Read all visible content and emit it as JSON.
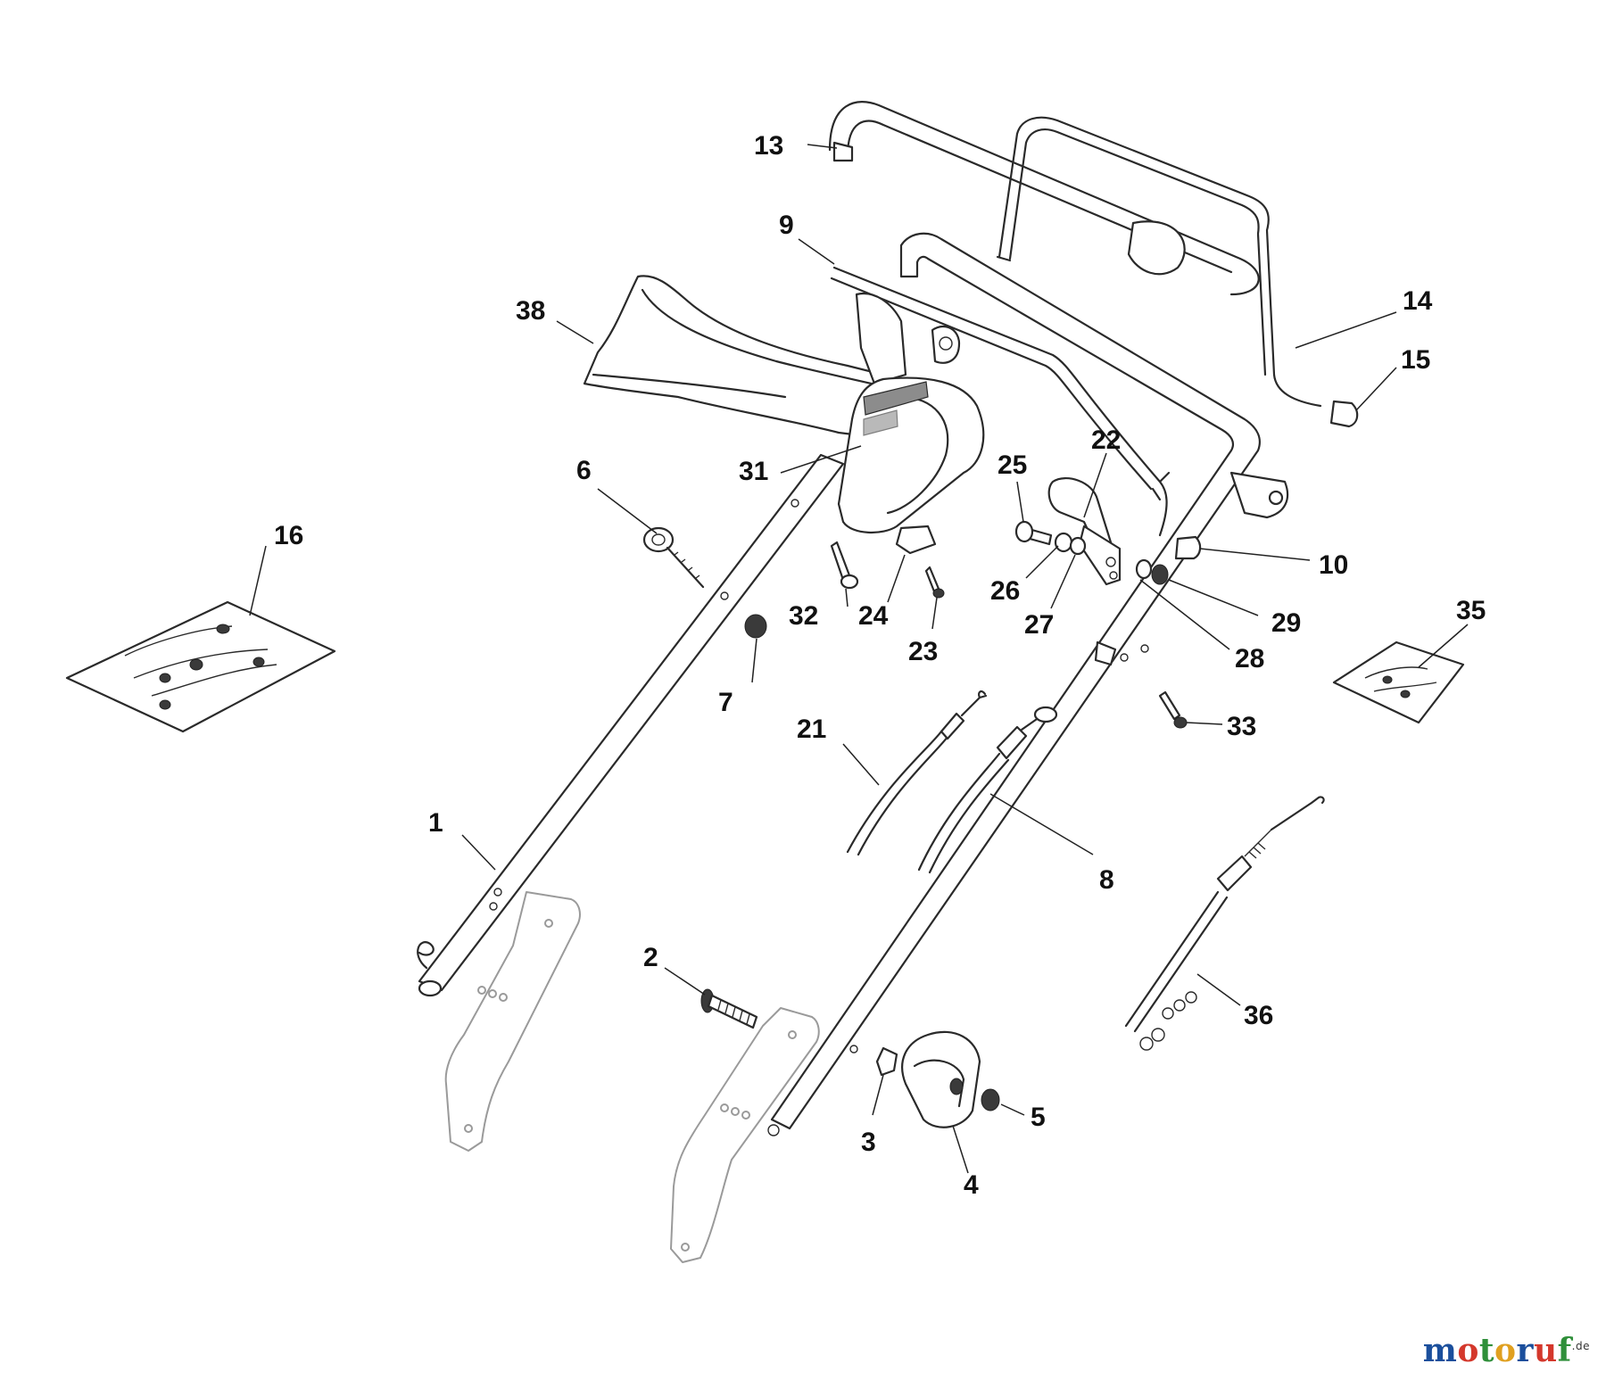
{
  "callouts": [
    {
      "id": "c13",
      "label": "13"
    },
    {
      "id": "c9",
      "label": "9"
    },
    {
      "id": "c38",
      "label": "38"
    },
    {
      "id": "c14",
      "label": "14"
    },
    {
      "id": "c15",
      "label": "15"
    },
    {
      "id": "c31",
      "label": "31"
    },
    {
      "id": "c6",
      "label": "6"
    },
    {
      "id": "c22",
      "label": "22"
    },
    {
      "id": "c25",
      "label": "25"
    },
    {
      "id": "c16",
      "label": "16"
    },
    {
      "id": "c10",
      "label": "10"
    },
    {
      "id": "c26",
      "label": "26"
    },
    {
      "id": "c32",
      "label": "32"
    },
    {
      "id": "c24",
      "label": "24"
    },
    {
      "id": "c29",
      "label": "29"
    },
    {
      "id": "c35",
      "label": "35"
    },
    {
      "id": "c27",
      "label": "27"
    },
    {
      "id": "c23",
      "label": "23"
    },
    {
      "id": "c28",
      "label": "28"
    },
    {
      "id": "c7",
      "label": "7"
    },
    {
      "id": "c33",
      "label": "33"
    },
    {
      "id": "c21",
      "label": "21"
    },
    {
      "id": "c1",
      "label": "1"
    },
    {
      "id": "c8",
      "label": "8"
    },
    {
      "id": "c2",
      "label": "2"
    },
    {
      "id": "c36",
      "label": "36"
    },
    {
      "id": "c5",
      "label": "5"
    },
    {
      "id": "c3",
      "label": "3"
    },
    {
      "id": "c4",
      "label": "4"
    }
  ],
  "watermark": {
    "letters": [
      "m",
      "o",
      "t",
      "o",
      "r",
      "u",
      "f"
    ],
    "suffix": ".de"
  }
}
